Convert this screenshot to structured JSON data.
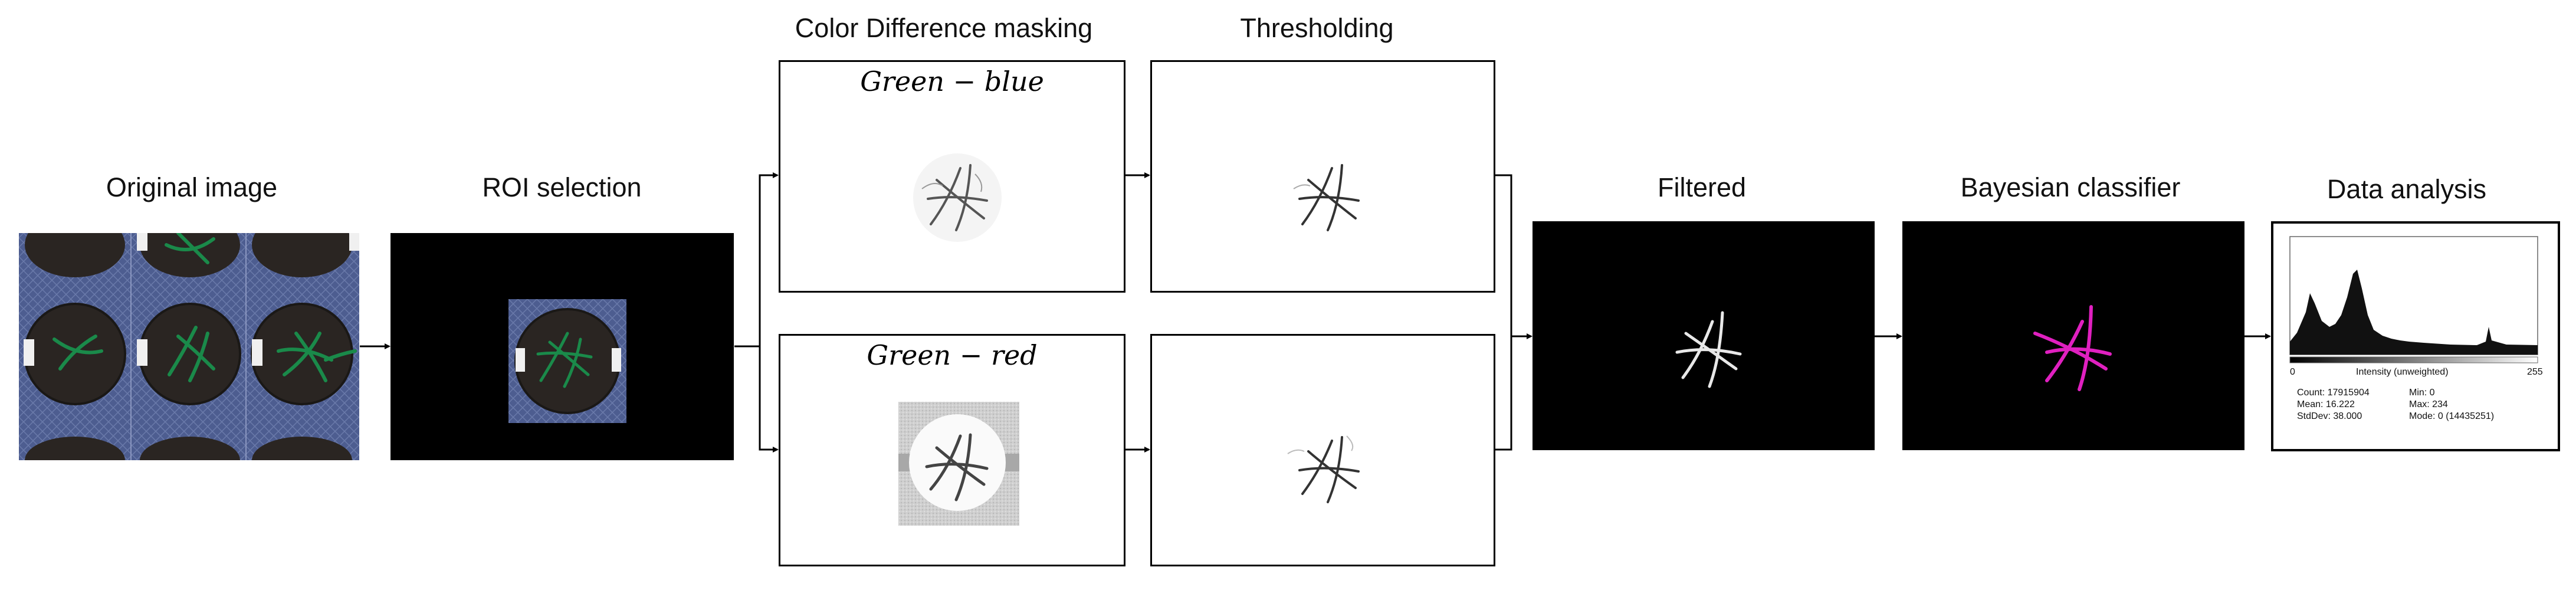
{
  "labels": {
    "original": "Original image",
    "roi": "ROI selection",
    "color_diff": "Color Difference masking",
    "thresholding": "Thresholding",
    "filtered": "Filtered",
    "bayesian": "Bayesian classifier",
    "data_analysis": "Data analysis"
  },
  "formulas": {
    "green_blue": "Green − blue",
    "green_red": "Green − red"
  },
  "histogram": {
    "axis_min": "0",
    "axis_max": "255",
    "axis_title": "Intensity (unweighted)",
    "count": "Count: 17915904",
    "mean": "Mean: 16.222",
    "stddev": "StdDev: 38.000",
    "min": "Min: 0",
    "max": "Max: 234",
    "mode": "Mode: 0 (14435251)"
  },
  "colors": {
    "plant_green": "#1a8a4a",
    "tray_blue": "#4a5a8c",
    "classifier_magenta": "#e020c0"
  }
}
